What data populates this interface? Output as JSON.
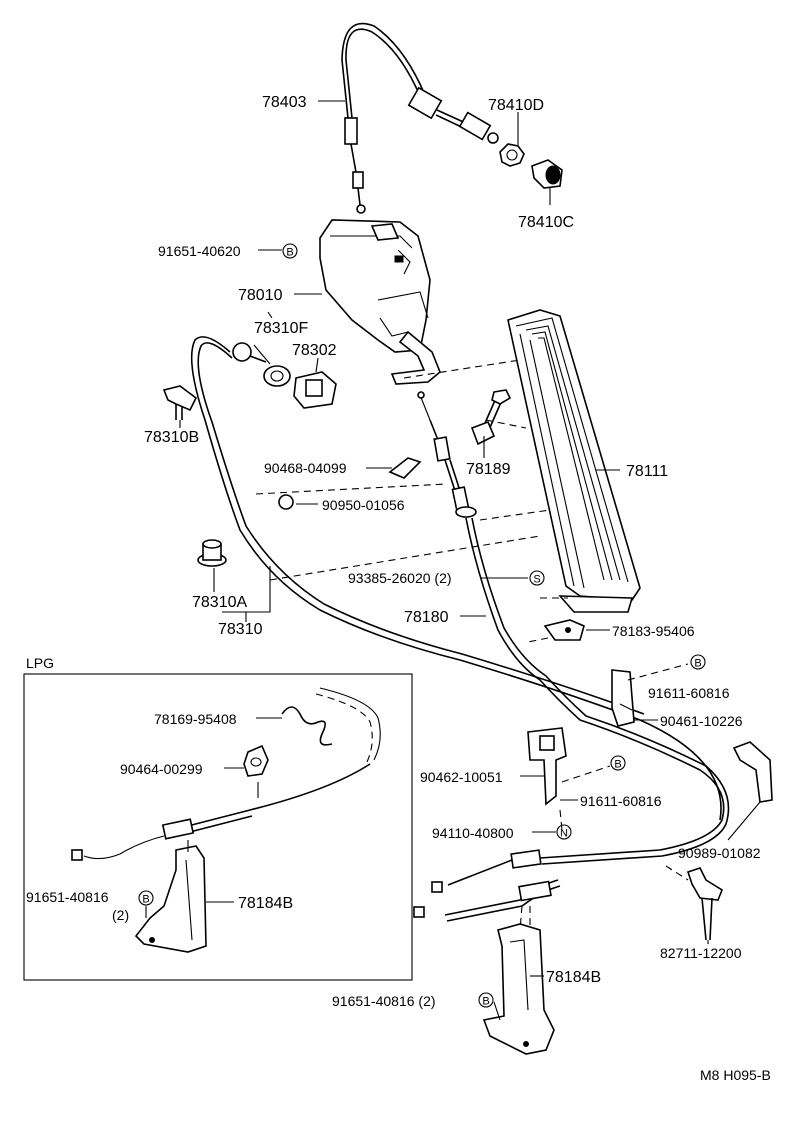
{
  "labels": {
    "p78403": "78403",
    "p78410D": "78410D",
    "p78410C": "78410C",
    "p91651_40620": "91651-40620",
    "p78010": "78010",
    "p78310F": "78310F",
    "p78302": "78302",
    "p78310B": "78310B",
    "p90468_04099": "90468-04099",
    "p78189": "78189",
    "p78111": "78111",
    "p90950_01056": "90950-01056",
    "p93385_26020": "93385-26020 (2)",
    "p78310A": "78310A",
    "p78310": "78310",
    "p78180": "78180",
    "p78183_95406": "78183-95406",
    "lpg": "LPG",
    "p78169_95408": "78169-95408",
    "p90464_00299": "90464-00299",
    "p91651_40816_lpg": "91651-40816",
    "qty2_lpg": "(2)",
    "p78184B_lpg": "78184B",
    "p91611_60816_a": "91611-60816",
    "p90461_10226": "90461-10226",
    "p90462_10051": "90462-10051",
    "p91611_60816_b": "91611-60816",
    "p94110_40800": "94110-40800",
    "p90989_01082": "90989-01082",
    "p82711_12200": "82711-12200",
    "p78184B": "78184B",
    "p91651_40816": "91651-40816 (2)",
    "ref": "M8 H095-B"
  },
  "symbols": {
    "b": "B",
    "s": "S",
    "n": "N"
  }
}
